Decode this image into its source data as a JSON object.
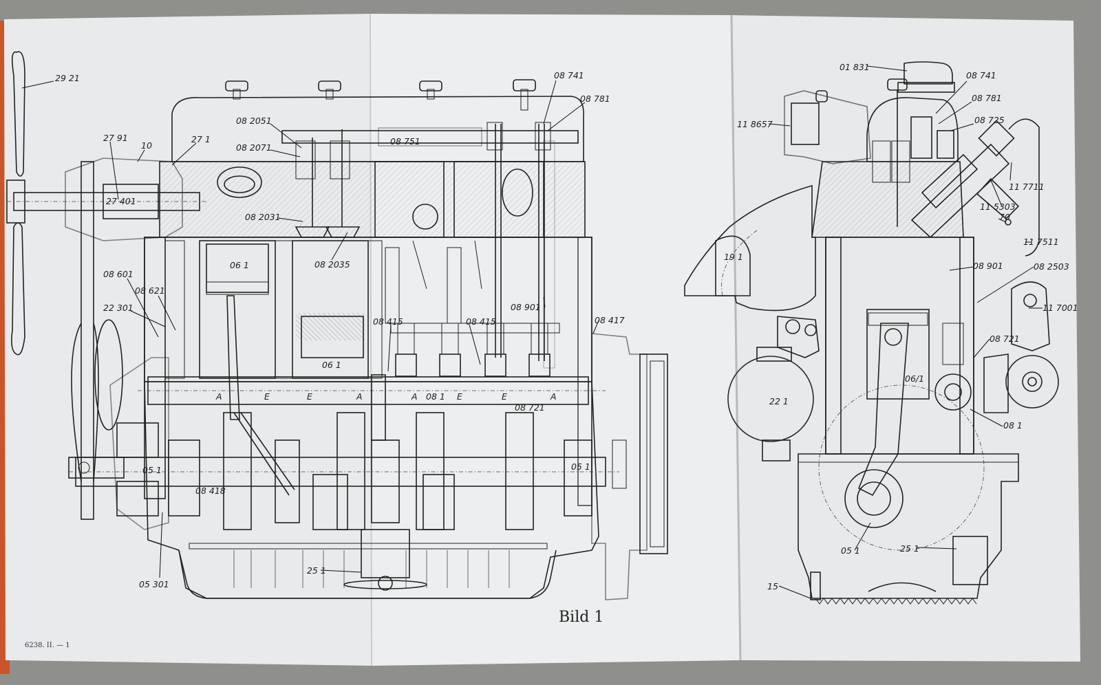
{
  "caption": "Bild 1",
  "footer": "6238. II. — 1",
  "labels_main": [
    "29 21",
    "27 91",
    "10",
    "27 1",
    "27 401",
    "08 2051",
    "08 2071",
    "08 751",
    "08 741",
    "08 781",
    "08 2031",
    "08 2035",
    "06 1",
    "08 601",
    "08 621",
    "22 301",
    "08 415",
    "08 415",
    "08 901",
    "08 417",
    "06 1",
    "A",
    "E",
    "E",
    "A",
    "A",
    "08 1",
    "E",
    "E",
    "08 721",
    "A",
    "05 1",
    "08 418",
    "05 1",
    "25 1",
    "05 301"
  ],
  "labels_side": [
    "01 831",
    "08 741",
    "08 781",
    "11 8657",
    "08 725",
    "11 7711",
    "11 5303",
    "70",
    "19 1",
    "11 7511",
    "08 901",
    "08 2503",
    "11 7001",
    "08 721",
    "22 1",
    "06/1",
    "08 1",
    "05 1",
    "25 1",
    "15"
  ],
  "colors": {
    "paper": "#e9ebec",
    "paper_shade": "#dfe1e2",
    "ink": "#1f1f1f",
    "background": "#8f8f8c",
    "edge": "#c8562a"
  }
}
